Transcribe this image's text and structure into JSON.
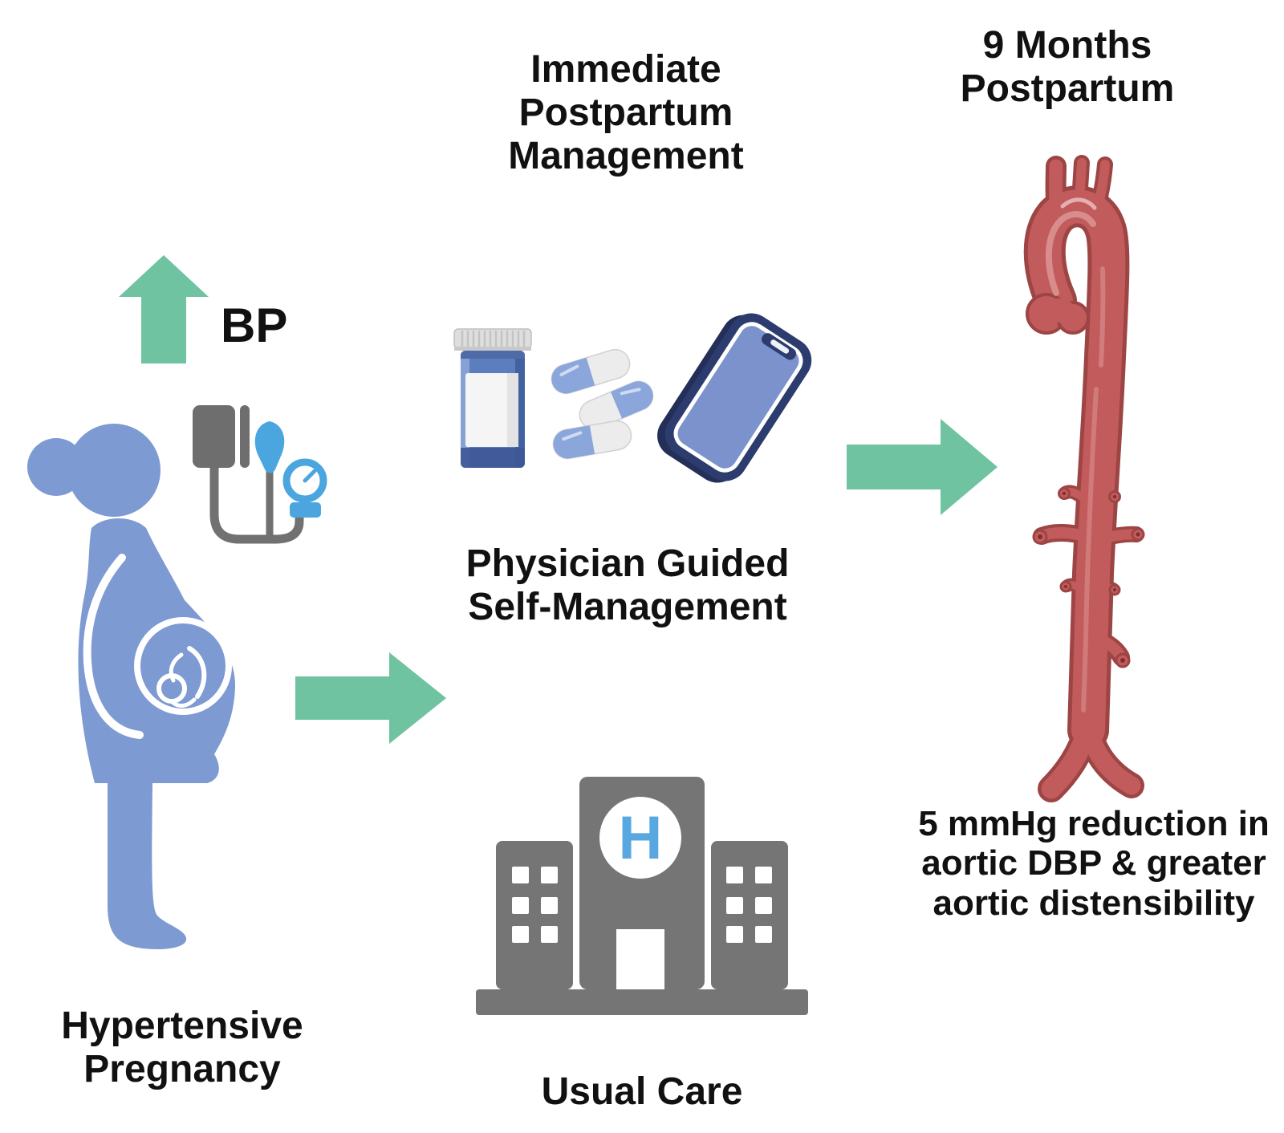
{
  "diagram": {
    "title_center": "Immediate\nPostpartum\nManagement",
    "title_right": "9 Months\nPostpartum",
    "bp_arrow_label": "BP",
    "intervention_caption": "Physician Guided\nSelf-Management",
    "control_caption": "Usual Care",
    "outcome_caption": "5 mmHg reduction in\naortic DBP & greater\naortic distensibility",
    "population_caption": "Hypertensive\nPregnancy",
    "hospital_letter": "H",
    "colors": {
      "arrow_green": "#6FC3A0",
      "figure_blue": "#7D9AD2",
      "device_blue": "#4BA6DF",
      "neutral_gray": "#717171",
      "hospital_h_blue": "#57A7E0",
      "phone_navy": "#2D3C6E",
      "phone_screen_blue": "#7B92CC",
      "pill_blue": "#8AA6DB",
      "bottle_blue": "#5C7DBE",
      "aorta_red": "#C25B5B",
      "aorta_outline_red": "#9D4444",
      "text_black": "#111111"
    },
    "icons": {
      "bp-up-arrow-icon": "green upward arrow",
      "pregnant-woman-icon": "blue pregnant woman silhouette with fetus",
      "bp-monitor-icon": "blood pressure cuff with bulb and gauge",
      "pill-bottle-icon": "blue medication bottle with white label",
      "capsules-icon": "three blue-and-white capsules",
      "smartphone-icon": "tilted smartphone with blue screen",
      "flow-arrow-icon": "green rightward arrow",
      "hospital-icon": "gray hospital building with blue H",
      "aorta-icon": "red aorta illustration"
    }
  }
}
